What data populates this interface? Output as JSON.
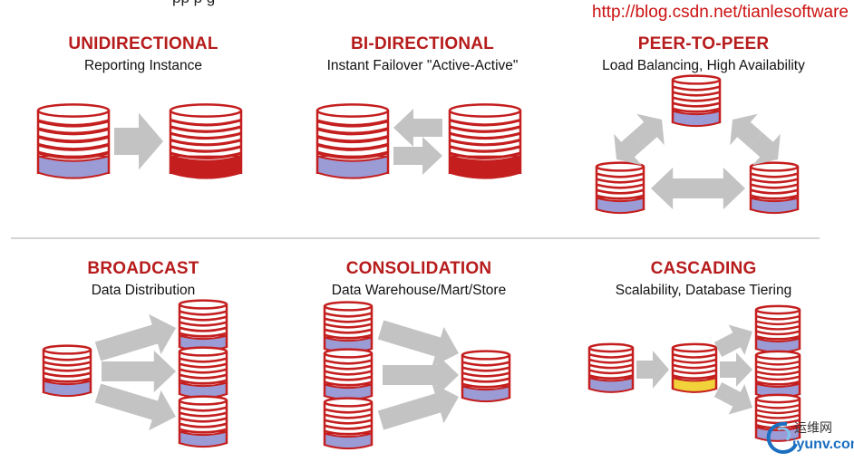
{
  "header": {
    "cut_text": "pp      p  g",
    "url": "http://blog.csdn.net/tianlesoftware"
  },
  "panels": [
    {
      "title": "UNIDIRECTIONAL",
      "subtitle": "Reporting Instance"
    },
    {
      "title": "BI-DIRECTIONAL",
      "subtitle": "Instant Failover \"Active-Active\""
    },
    {
      "title": "PEER-TO-PEER",
      "subtitle": "Load Balancing, High Availability"
    },
    {
      "title": "BROADCAST",
      "subtitle": "Data Distribution"
    },
    {
      "title": "CONSOLIDATION",
      "subtitle": "Data Warehouse/Mart/Store"
    },
    {
      "title": "CASCADING",
      "subtitle": "Scalability, Database Tiering"
    }
  ],
  "watermark": {
    "cn": "运维网",
    "en": "iyunv.com"
  },
  "colors": {
    "red": "#c41e1e",
    "title_red": "#b71c1c",
    "source_fill": "#9b9bd6",
    "intermediate_fill": "#f2d23a",
    "arrow": "#c3c3c3"
  }
}
